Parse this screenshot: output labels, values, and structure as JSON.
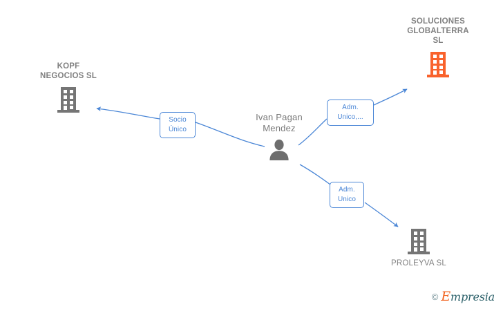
{
  "diagram": {
    "type": "corporate-relationship-graph",
    "background_color": "#ffffff",
    "palette": {
      "company_highlight": "#f9622c",
      "company_default": "#757575",
      "person": "#6e6e6e",
      "edge": "#4a86d6",
      "label_text": "#808080",
      "watermark_orange": "#f26522",
      "watermark_teal": "#2b6069"
    },
    "nodes": [
      {
        "id": "soluciones-globalterra",
        "label": "SOLUCIONES\nGLOBALTERRA\nSL",
        "icon": "building-icon",
        "icon_color": "#f9622c",
        "kind": "company",
        "emphasis": "bold"
      },
      {
        "id": "kopf-negocios",
        "label": "KOPF\nNEGOCIOS  SL",
        "icon": "building-icon",
        "icon_color": "#757575",
        "kind": "company",
        "emphasis": "bold"
      },
      {
        "id": "ivan-pagan-mendez",
        "label": "Ivan Pagan\nMendez",
        "icon": "person-icon",
        "icon_color": "#6e6e6e",
        "kind": "person",
        "emphasis": "normal"
      },
      {
        "id": "proleyva",
        "label": "PROLEYVA SL",
        "icon": "building-icon",
        "icon_color": "#757575",
        "kind": "company",
        "emphasis": "normal"
      }
    ],
    "edges": [
      {
        "id": "edge-socio-unico",
        "from": "ivan-pagan-mendez",
        "to": "kopf-negocios",
        "label": "Socio\nÚnico",
        "direction": "left",
        "color": "#4a86d6"
      },
      {
        "id": "edge-adm-unico-soluciones",
        "from": "ivan-pagan-mendez",
        "to": "soluciones-globalterra",
        "label": "Adm.\nUnico,...",
        "direction": "up-right",
        "color": "#4a86d6"
      },
      {
        "id": "edge-adm-unico-proleyva",
        "from": "ivan-pagan-mendez",
        "to": "proleyva",
        "label": "Adm.\nUnico",
        "direction": "down-right",
        "color": "#4a86d6"
      }
    ]
  },
  "watermark": {
    "copyright_symbol": "©",
    "brand_first_letter": "E",
    "brand_rest": "mpresia"
  }
}
